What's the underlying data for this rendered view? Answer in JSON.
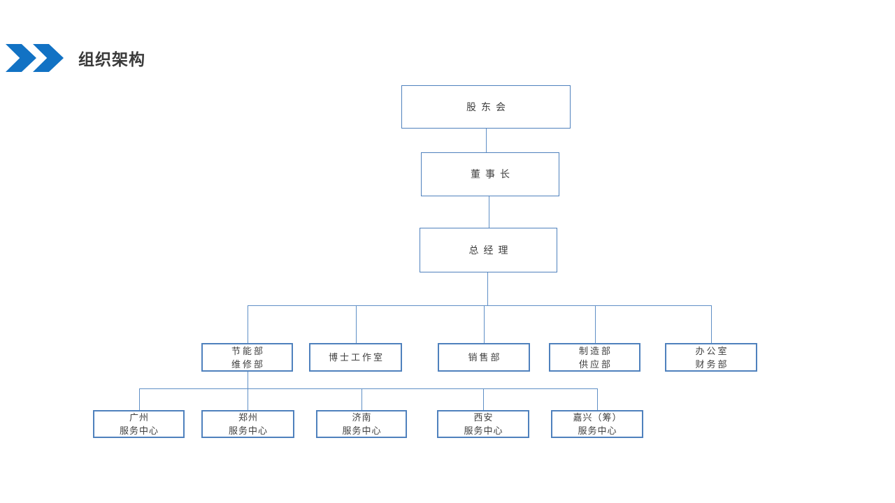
{
  "header": {
    "title": "组织架构"
  },
  "colors": {
    "accent_chevron": "#1272c4",
    "box_border": "#4f81bd",
    "connector_line": "#5f8fc6",
    "title_text": "#3a3a3a",
    "node_text": "#3f3f3f"
  },
  "org_chart": {
    "shareholders": "股东会",
    "chairman": "董事长",
    "general_manager": "总经理",
    "departments": [
      {
        "line1": "节能部",
        "line2": "维修部"
      },
      {
        "line1": "博士工作室",
        "line2": ""
      },
      {
        "line1": "销售部",
        "line2": ""
      },
      {
        "line1": "制造部",
        "line2": "供应部"
      },
      {
        "line1": "办公室",
        "line2": "财务部"
      }
    ],
    "service_centers": [
      {
        "line1": "广州",
        "line2": "服务中心"
      },
      {
        "line1": "郑州",
        "line2": "服务中心"
      },
      {
        "line1": "济南",
        "line2": "服务中心"
      },
      {
        "line1": "西安",
        "line2": "服务中心"
      },
      {
        "line1": "嘉兴（筹）",
        "line2": "服务中心"
      }
    ]
  }
}
